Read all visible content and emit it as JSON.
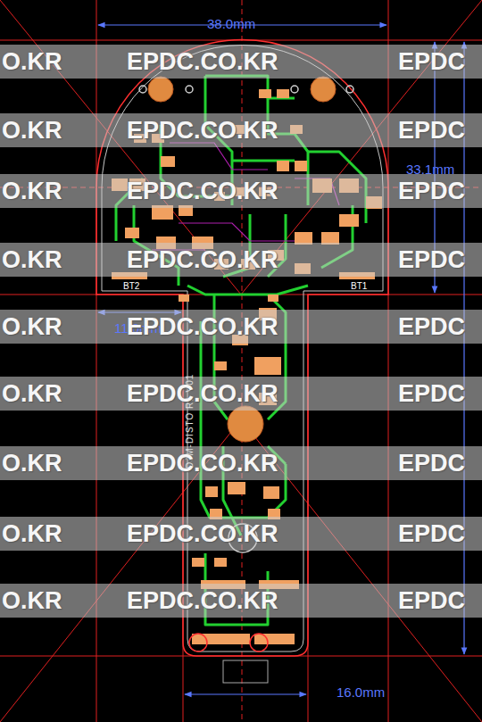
{
  "diagram": {
    "labels": [
      "38.0mm",
      "33.1mm",
      "11.0mm",
      "16.0mm",
      "BT2",
      "BT1",
      "DJM-DISTO R1 V01",
      "O.KR",
      "EPDC.CO.KR",
      "EPDC",
      "O.KR",
      "EPDC.CO.KR",
      "EPDC",
      "O.KR",
      "EPDC.CO.KR",
      "EPDC",
      "O.KR",
      "EPDC.CO.KR",
      "EPDC",
      "O.KR",
      "EPDC.CO.KR",
      "EPDC",
      "O.KR",
      "EPDC.CO.KR",
      "EPDC",
      "O.KR",
      "EPDC.CO.KR",
      "EPDC",
      "O.KR",
      "EPDC.CO.KR",
      "EPDC",
      "O.KR",
      "EPDC.CO.KR",
      "EPDC"
    ]
  }
}
